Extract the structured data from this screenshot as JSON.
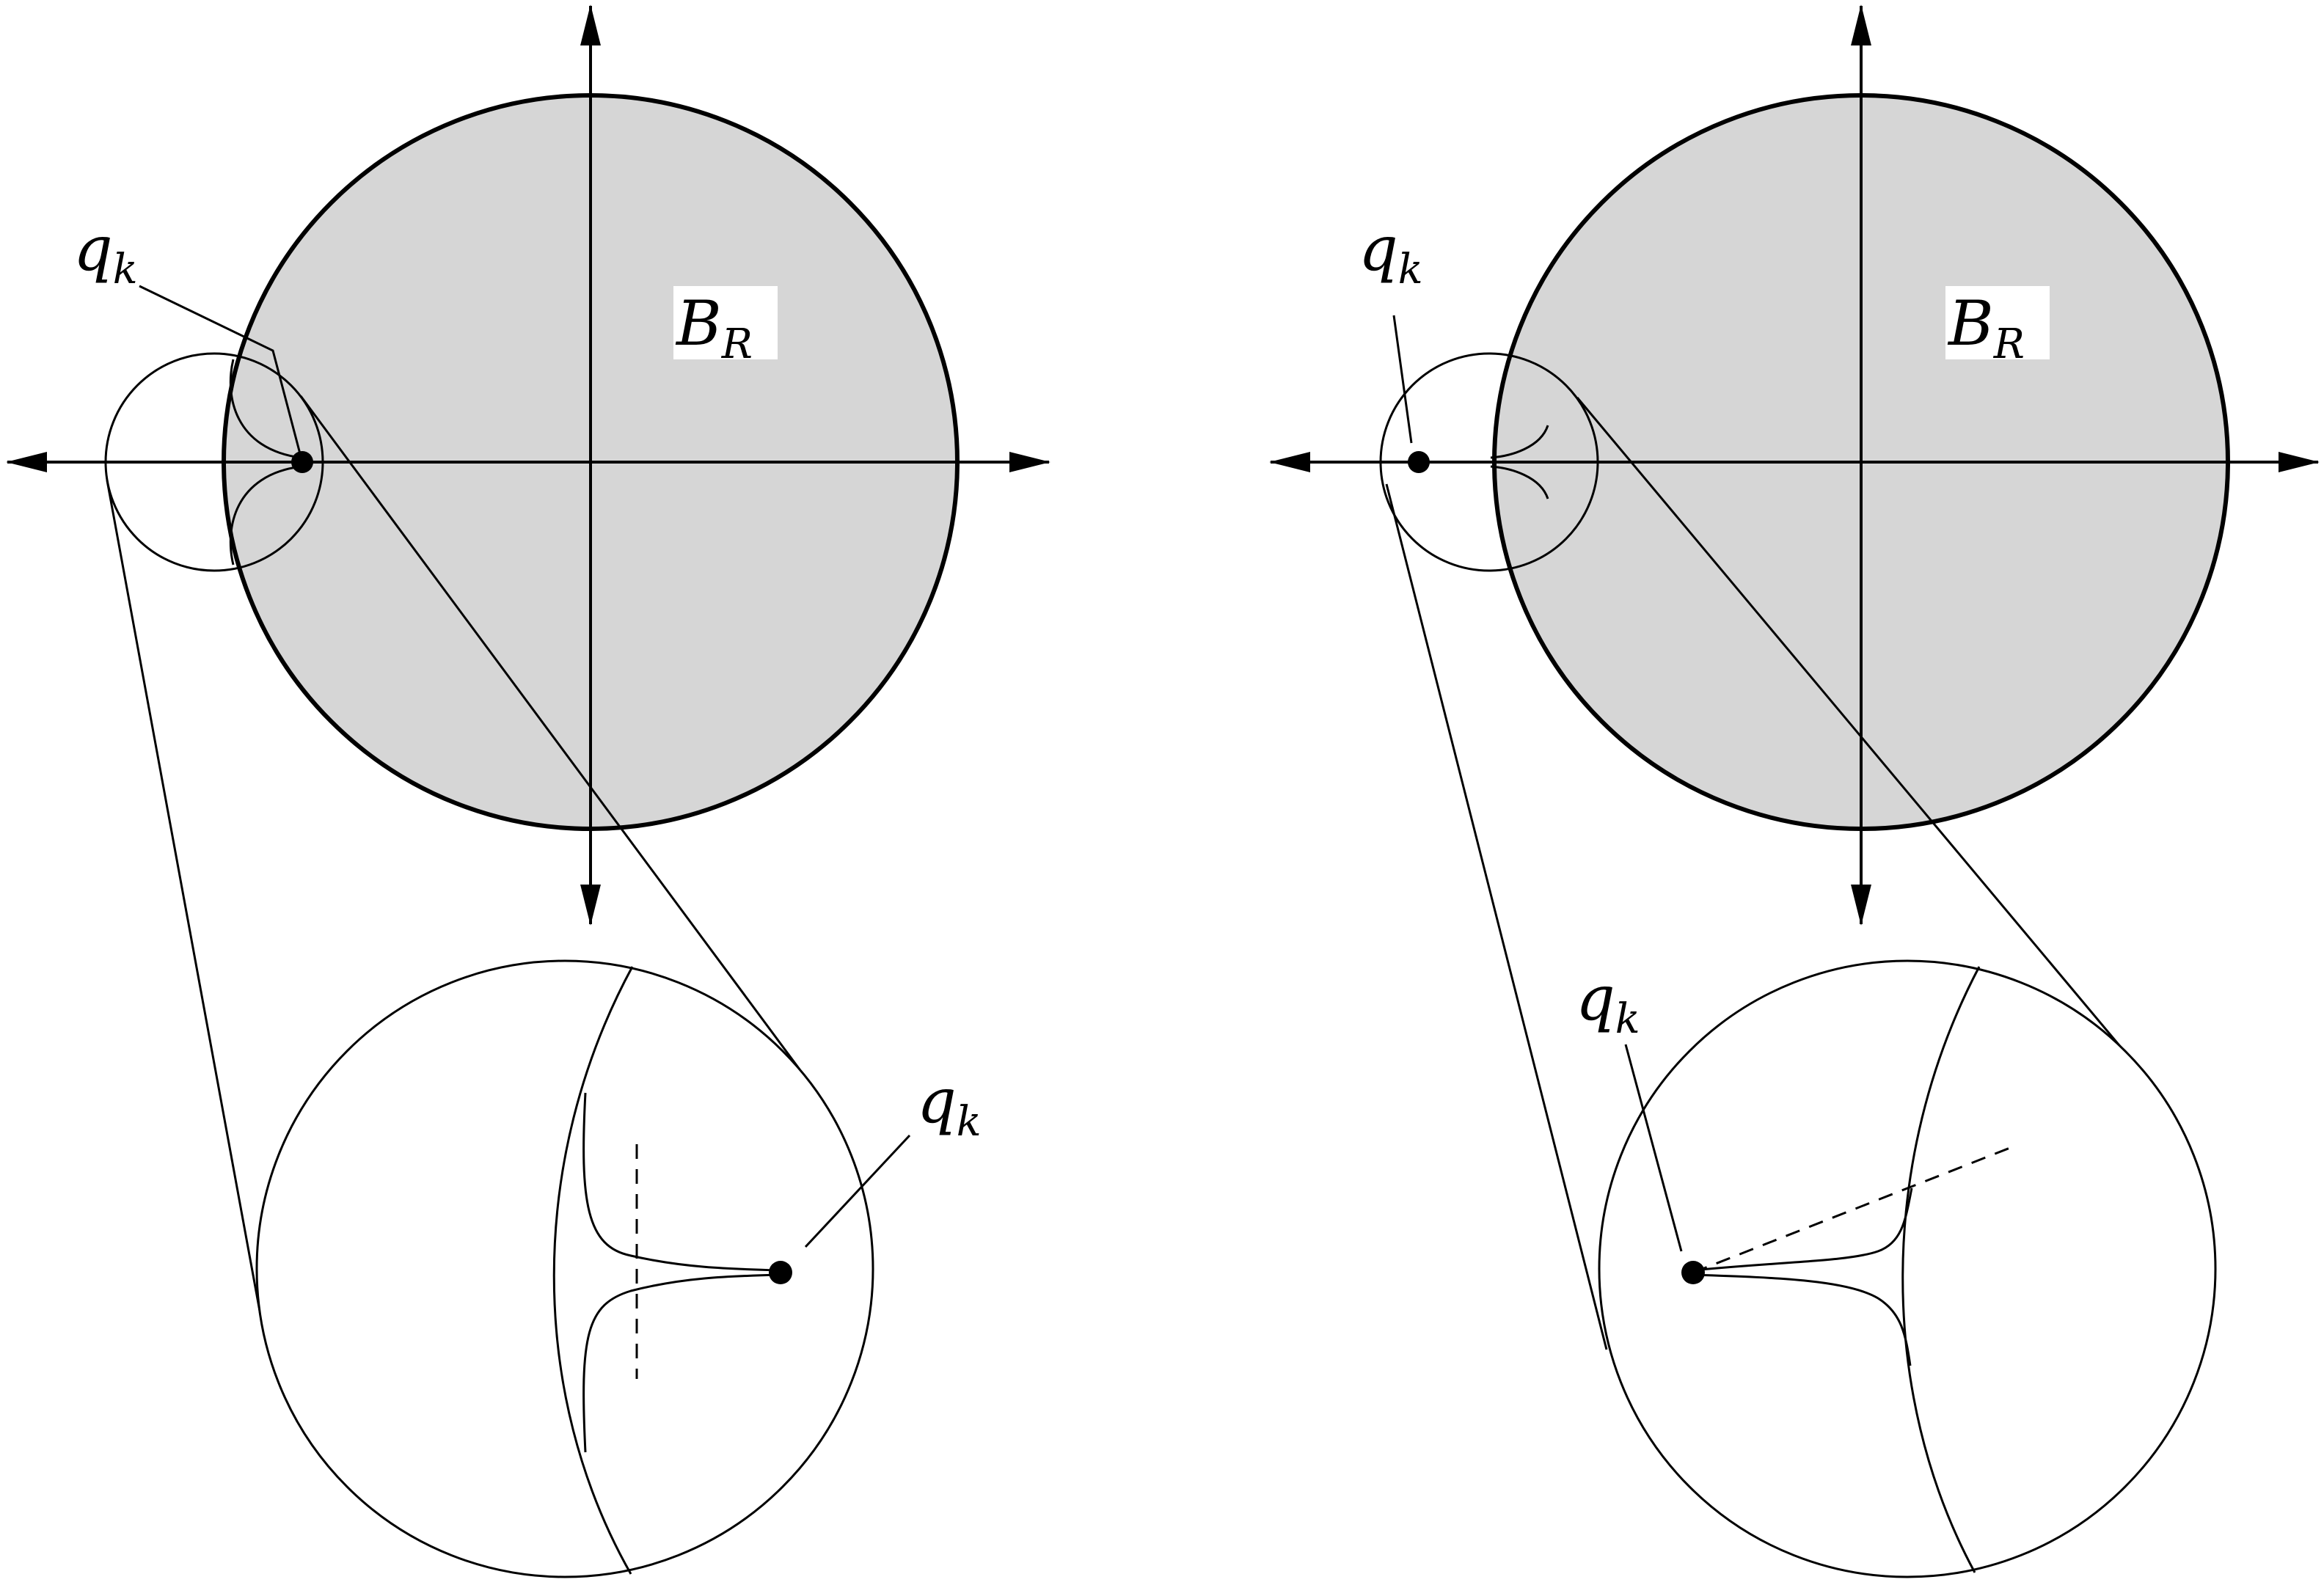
{
  "left_panel": {
    "disk_label": "B",
    "disk_label_sub": "R",
    "point_label_top": "q",
    "point_label_top_sub": "k",
    "point_label_zoom": "q",
    "point_label_zoom_sub": "k"
  },
  "right_panel": {
    "disk_label": "B",
    "disk_label_sub": "R",
    "point_label_top": "q",
    "point_label_top_sub": "k",
    "point_label_zoom": "q",
    "point_label_zoom_sub": "k"
  },
  "colors": {
    "disk_fill": "#d6d6d6",
    "stroke": "#000000",
    "background": "#ffffff"
  }
}
